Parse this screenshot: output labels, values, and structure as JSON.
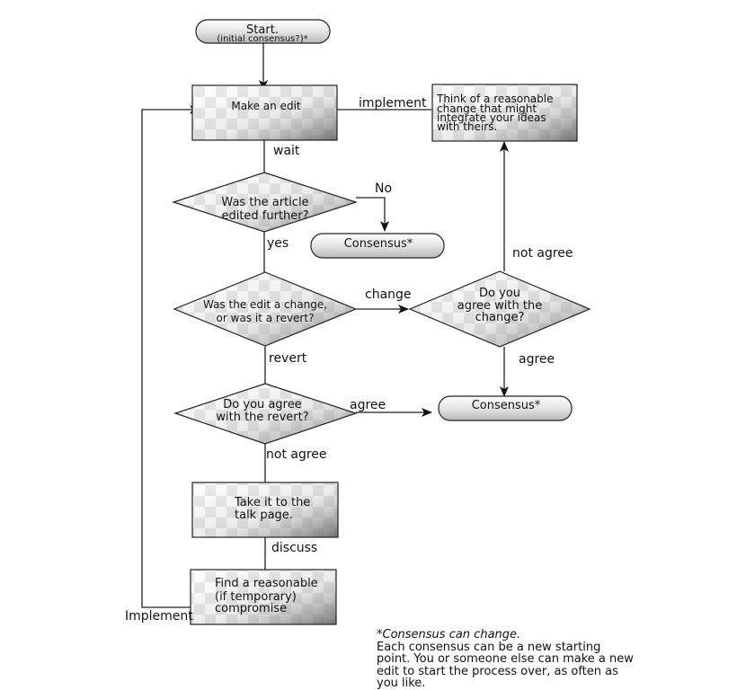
{
  "nodes": {
    "start": {
      "line1": "Start.",
      "line2": "(initial consensus?)*"
    },
    "make_edit": {
      "line1": "Make an edit"
    },
    "think": {
      "line1": "Think of a reasonable",
      "line2": "change that might",
      "line3": "integrate your ideas",
      "line4": "with theirs."
    },
    "edited_further": {
      "line1": "Was the article",
      "line2": "edited further?"
    },
    "consensus_top": {
      "line1": "Consensus*"
    },
    "change_or_revert": {
      "line1": "Was the edit a change,",
      "line2": "or was it a revert?"
    },
    "agree_change": {
      "line1": "Do you",
      "line2": "agree with the",
      "line3": "change?"
    },
    "agree_revert": {
      "line1": "Do you agree",
      "line2": "with the revert?"
    },
    "consensus_bottom": {
      "line1": "Consensus*"
    },
    "talk_page": {
      "line1": "Take it to the",
      "line2": "talk page."
    },
    "compromise": {
      "line1": "Find a reasonable",
      "line2": "(if temporary)",
      "line3": "compromise"
    }
  },
  "edges": {
    "implement_top": "implement",
    "wait": "wait",
    "no": "No",
    "yes": "yes",
    "change": "change",
    "not_agree_change": "not agree",
    "agree_change": "agree",
    "revert": "revert",
    "agree_revert": "agree",
    "not_agree_revert": "not agree",
    "discuss": "discuss",
    "implement_left": "Implement"
  },
  "footnote": {
    "lead": "*Consensus can change.",
    "body": "Each consensus can be a new starting point. You or someone else can make a new edit to start the process over, as often as you like."
  }
}
